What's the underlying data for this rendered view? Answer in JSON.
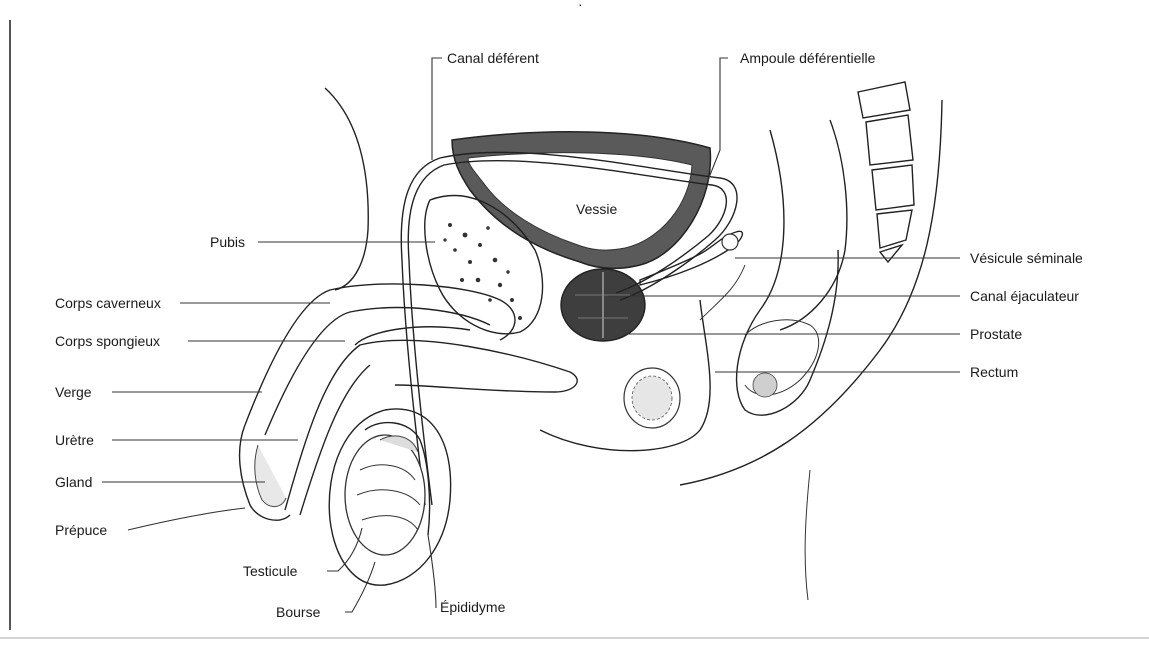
{
  "labels": {
    "canal_deferent": "Canal déférent",
    "ampoule_deferentielle": "Ampoule déférentielle",
    "vessie": "Vessie",
    "pubis": "Pubis",
    "corps_caverneux": "Corps caverneux",
    "corps_spongieux": "Corps spongieux",
    "verge": "Verge",
    "uretre": "Urètre",
    "gland": "Gland",
    "prepuce": "Prépuce",
    "testicule": "Testicule",
    "bourse": "Bourse",
    "epididyme": "Épididyme",
    "vesicule_seminale": "Vésicule séminale",
    "canal_ejaculateur": "Canal éjaculateur",
    "prostate": "Prostate",
    "rectum": "Rectum"
  },
  "colors": {
    "line": "#222222",
    "bladder_wall": "#5a5a5a",
    "prostate": "#3e3e3e",
    "background": "#ffffff"
  }
}
